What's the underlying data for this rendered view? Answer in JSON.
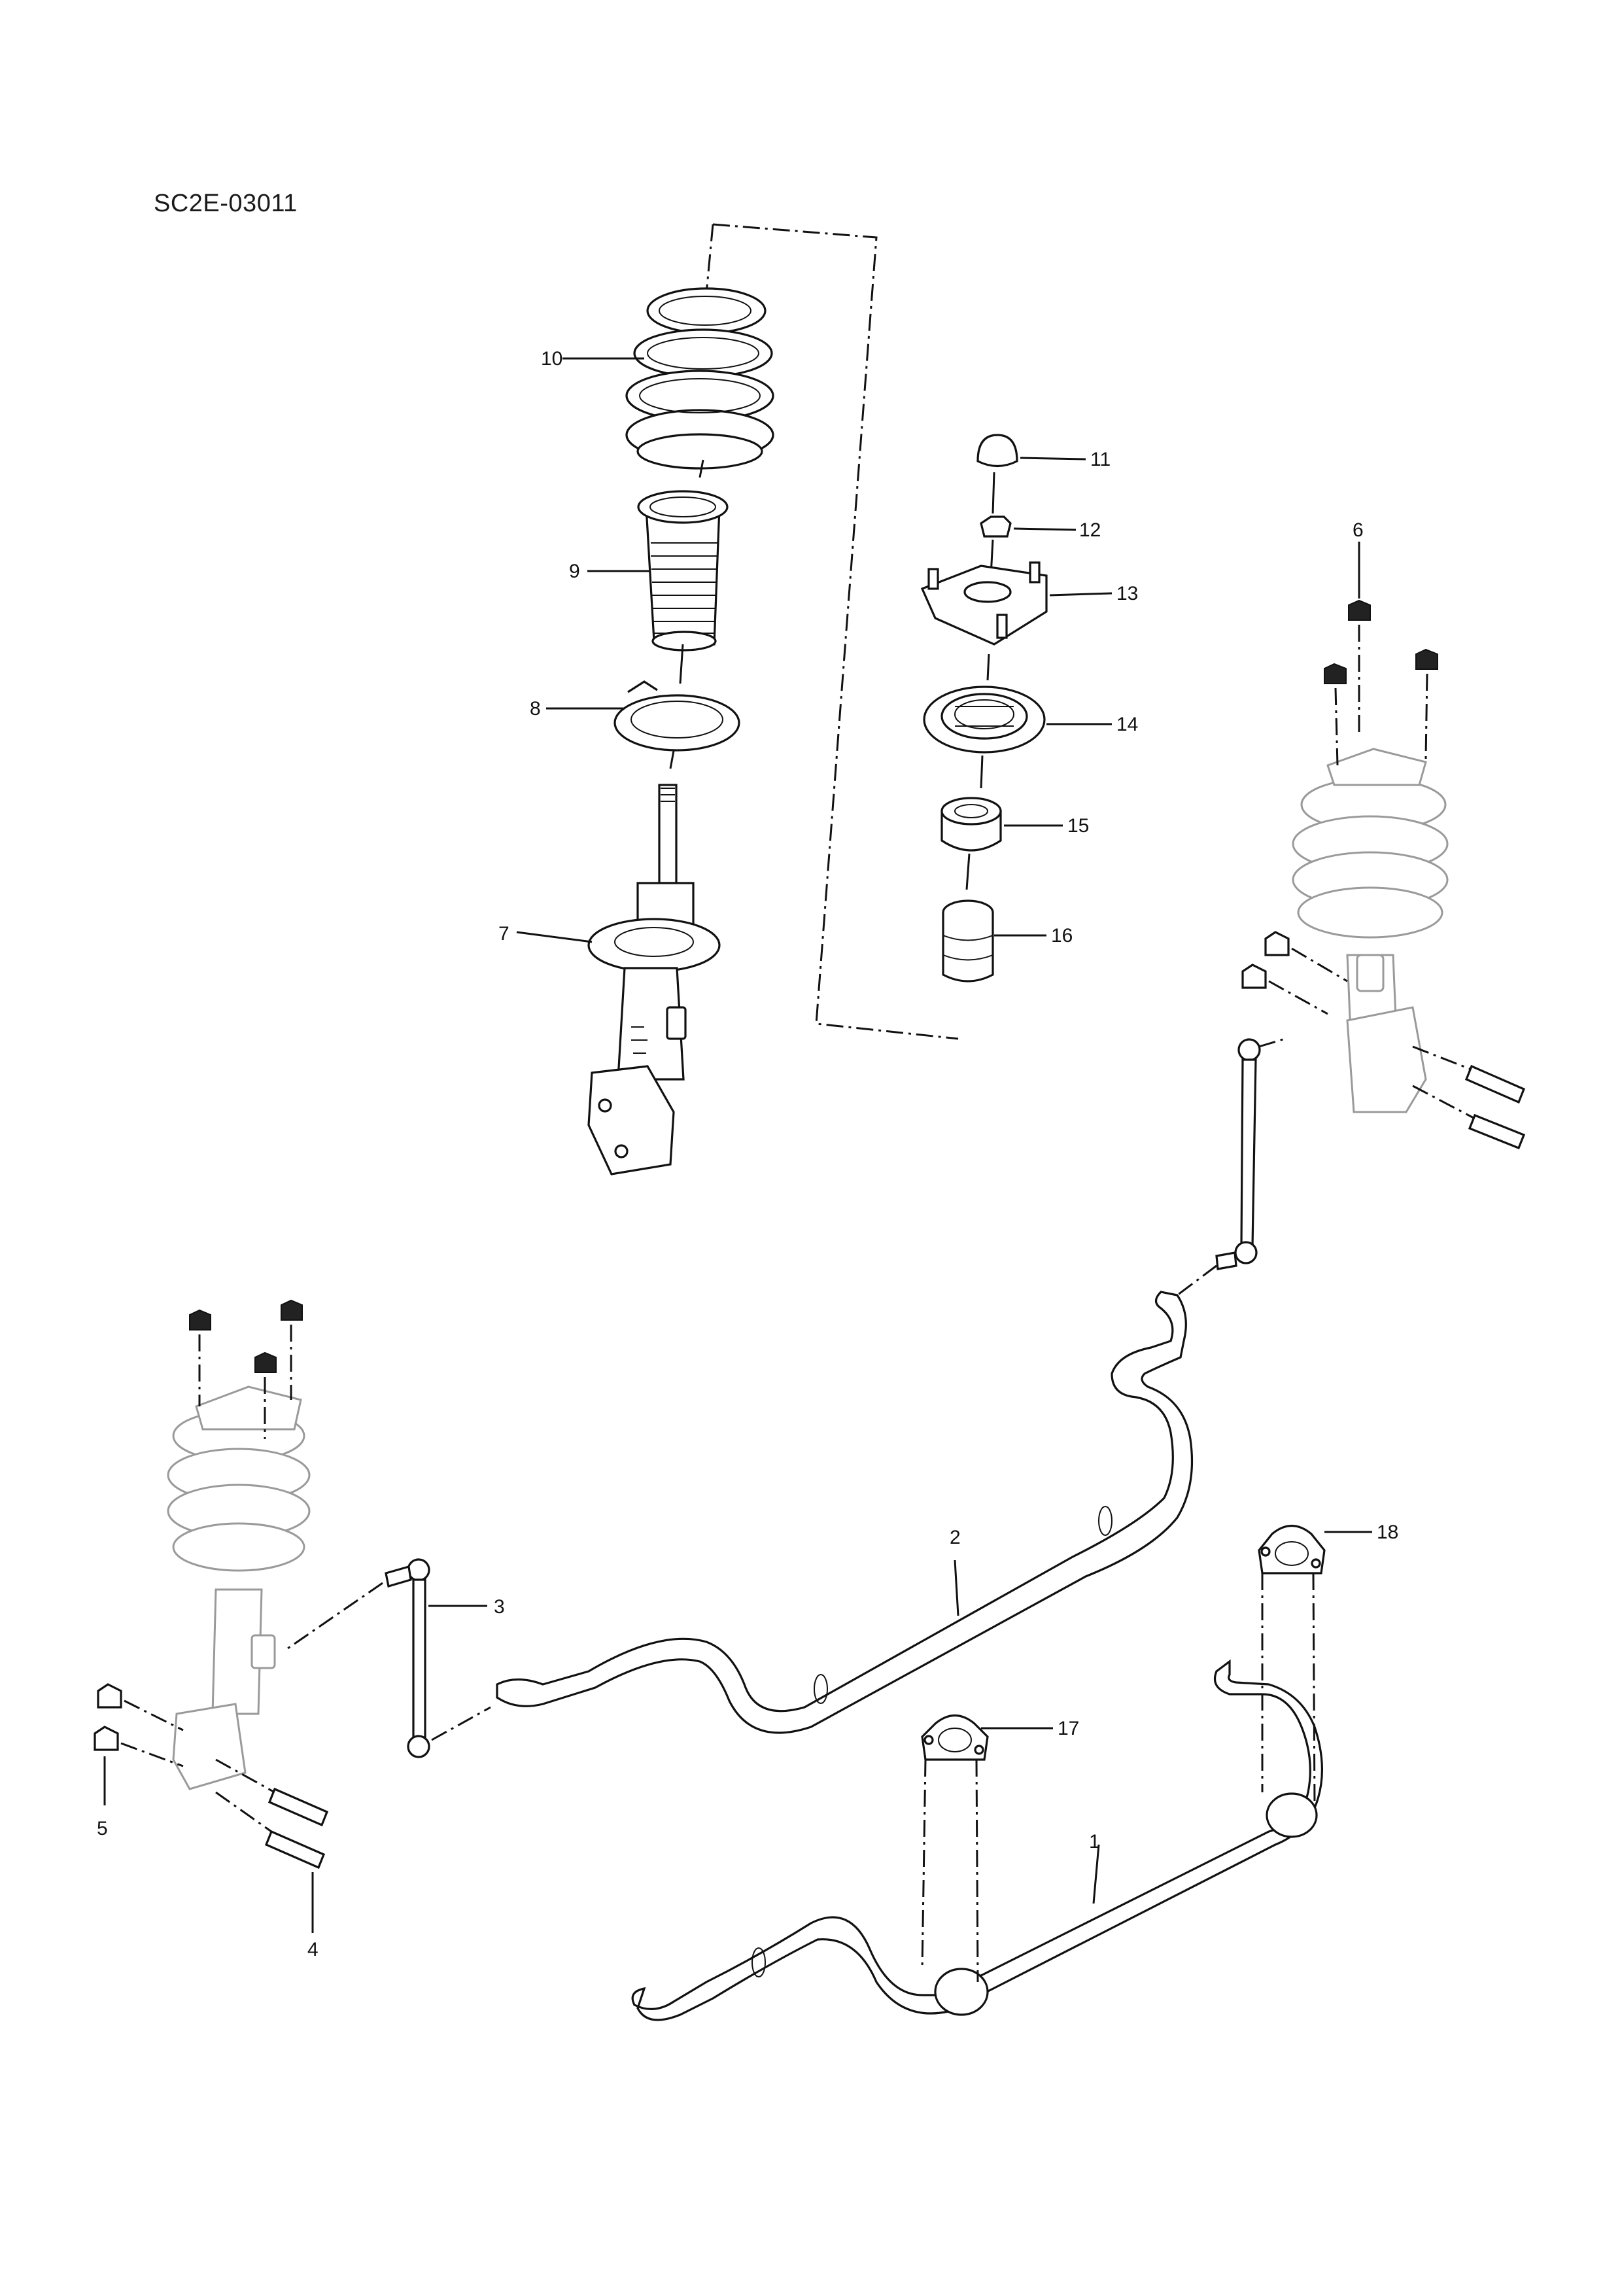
{
  "diagram_code": "SC2E-03011",
  "callouts": [
    "1",
    "2",
    "3",
    "4",
    "5",
    "6",
    "7",
    "8",
    "9",
    "10",
    "11",
    "12",
    "13",
    "14",
    "15",
    "16",
    "17",
    "18"
  ]
}
